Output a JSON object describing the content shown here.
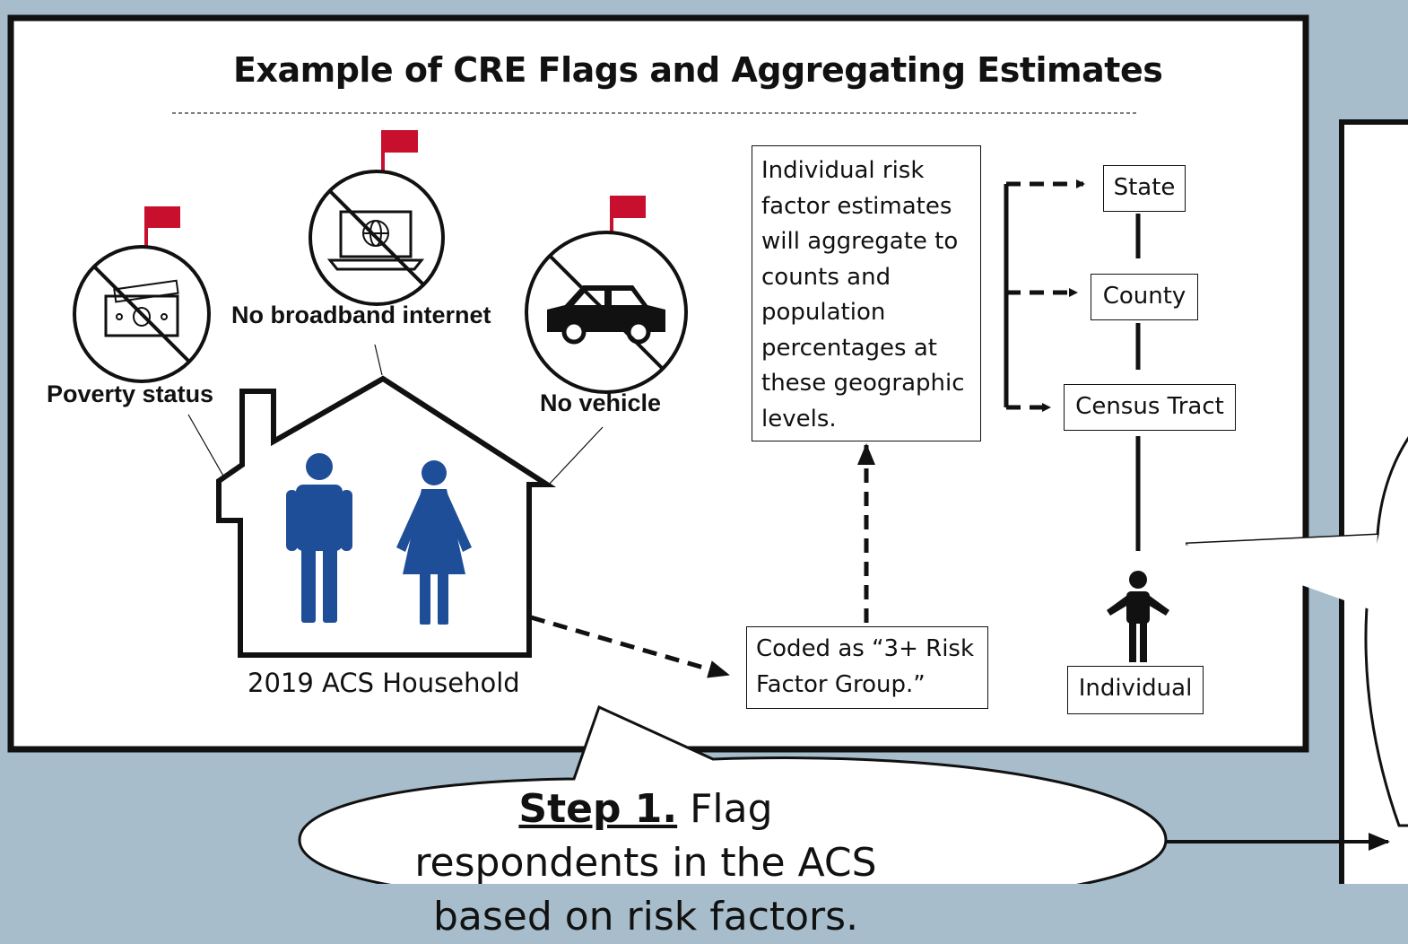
{
  "title": "Example of CRE Flags and Aggregating Estimates",
  "risk_factors": {
    "poverty": "Poverty status",
    "broadband": "No broadband internet",
    "vehicle": "No vehicle"
  },
  "household_label": "2019 ACS Household",
  "aggregation_note": "Individual risk factor estimates will aggregate to counts and population percentages at these geographic levels.",
  "coded_label": "Coded as “3+ Risk Factor Group.”",
  "geographic_levels": {
    "state": "State",
    "county": "County",
    "tract": "Census Tract",
    "individual": "Individual"
  },
  "step1": {
    "heading": "Step 1.",
    "text": " Flag respondents in the ACS based on risk factors."
  },
  "colors": {
    "background": "#a7bdcb",
    "flag": "#c8102e",
    "person": "#1f4e99",
    "line": "#111111"
  },
  "icons": [
    "flag-icon",
    "money-icon",
    "laptop-icon",
    "globe-icon",
    "car-icon",
    "man-icon",
    "woman-icon",
    "person-icon"
  ]
}
